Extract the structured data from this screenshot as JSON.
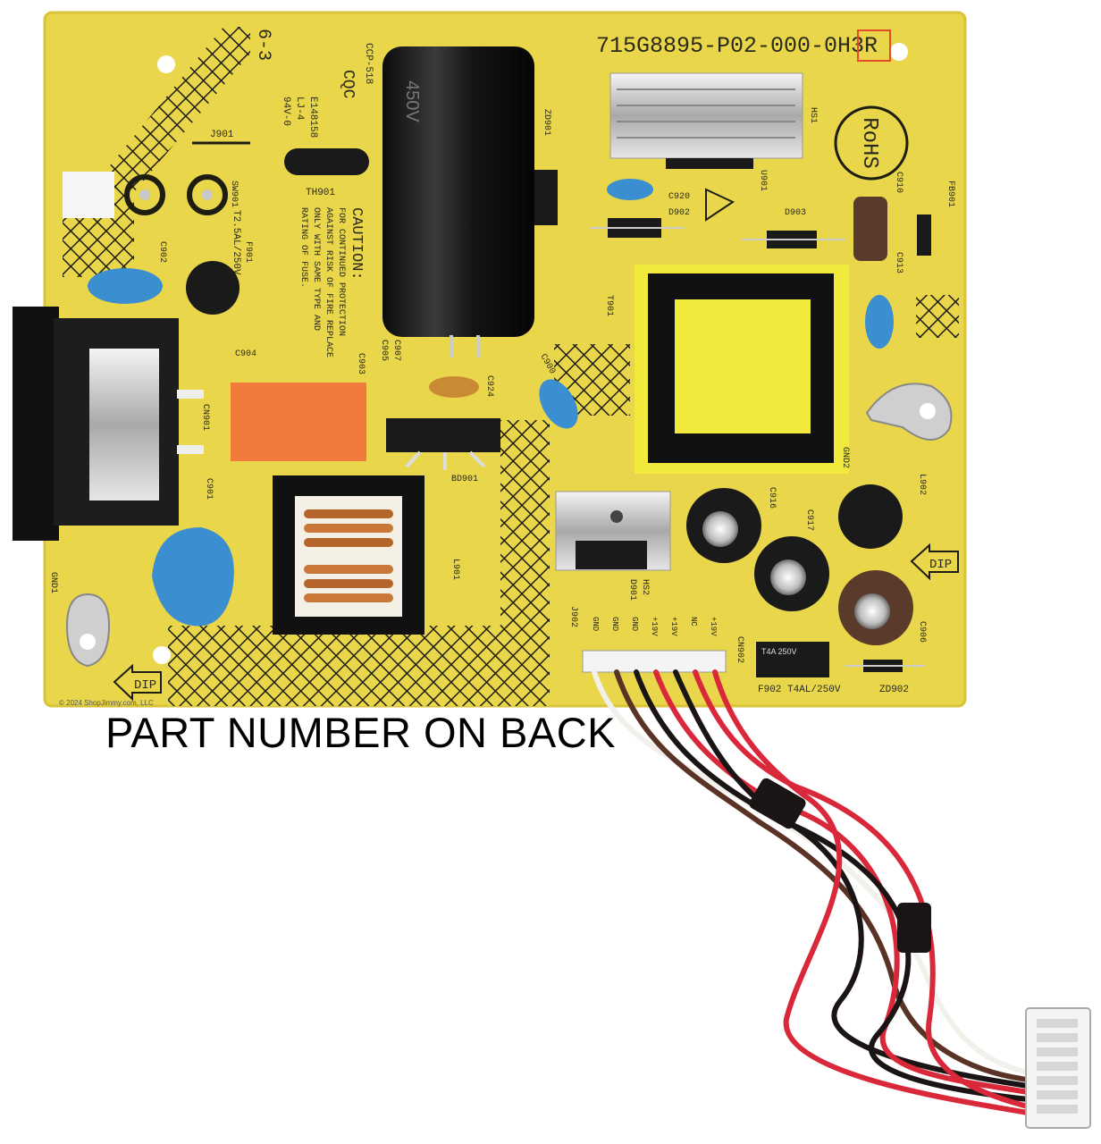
{
  "board": {
    "part_code": "715G8895-P02-000-0H3R",
    "rohs": "RoHS",
    "caution_title": "CAUTION:",
    "caution_lines": [
      "FOR CONTINUED PROTECTION",
      "AGAINST RISK OF FIRE REPLACE",
      "ONLY WITH SAME TYPE AND",
      "RATING OF FUSE."
    ],
    "fuse_rating": "T2.5AL/250V",
    "fuse2_label": "F902 T4AL/250V",
    "fuse2_body": "T4A 250V",
    "dip_label": "DIP",
    "labels": {
      "j901": "J901",
      "sw901": "SW901",
      "th901": "TH901",
      "c902": "C902",
      "f901": "F901",
      "cn901": "CN901",
      "c901": "C901",
      "gnd1": "GND1",
      "c904": "C904",
      "c903": "C903",
      "c907": "C907",
      "c905": "C905",
      "c924": "C924",
      "bd901": "BD901",
      "l901": "L901",
      "zd901": "ZD901",
      "c920": "C920",
      "d902": "D902",
      "hs1": "HS1",
      "u901": "U901",
      "d903": "D903",
      "c910": "C910",
      "fb901": "FB901",
      "c913": "C913",
      "t901": "T901",
      "c900": "C900",
      "gnd2": "GND2",
      "l902": "L902",
      "c916": "C916",
      "c917": "C917",
      "c906": "C906",
      "hs2": "HS2",
      "d901": "D901",
      "j902": "J902",
      "cn902": "CN902",
      "zd902": "ZD902",
      "cqc": "CQC",
      "ccp": "CCP-518",
      "ul_code": "E148158",
      "ul2": "LJ-4",
      "ul3": "94V-0",
      "date_code": "6-3"
    },
    "connector_pins": [
      "GND",
      "GND",
      "GND",
      "+19V",
      "+19V",
      "NC",
      "+19V"
    ],
    "cap_text": "450V"
  },
  "colors": {
    "pcb": "#e9d64a",
    "pcb_edge": "#d9c338",
    "silkscreen": "#1d1d12",
    "copper_pad": "#c8c8c8",
    "capacitor_black": "#1a1a1a",
    "y_capacitor": "#3b8fd0",
    "relay_orange": "#f07a3a",
    "wire_red": "#d8283a",
    "wire_black": "#1a1414",
    "wire_white": "#f2f0ea",
    "wire_brown": "#5a3326"
  },
  "caption": "PART NUMBER ON BACK",
  "copyright": "© 2024 ShopJimmy.com, LLC"
}
